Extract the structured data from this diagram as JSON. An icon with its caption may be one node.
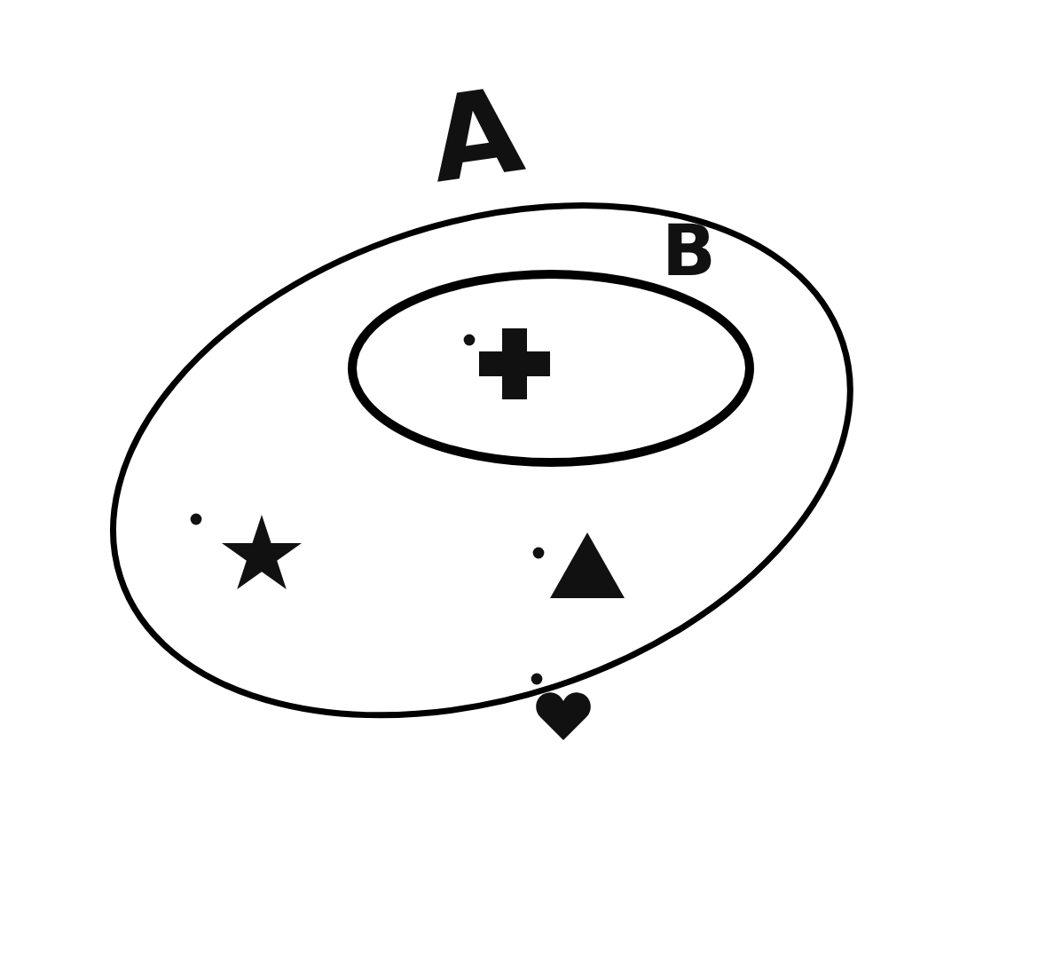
{
  "diagram": {
    "nodes": [
      {
        "text": [
          "A"
        ]
      },
      {
        "text": [
          "B"
        ],
        "in": 0
      },
      {
        "text": [],
        "shape": "plus",
        "in": 1
      },
      {
        "text": [],
        "shape": "star",
        "in": 0
      },
      {
        "text": [],
        "shape": "triangle",
        "in": 0
      },
      {
        "text": [],
        "shape": "heart"
      }
    ],
    "edges": []
  }
}
